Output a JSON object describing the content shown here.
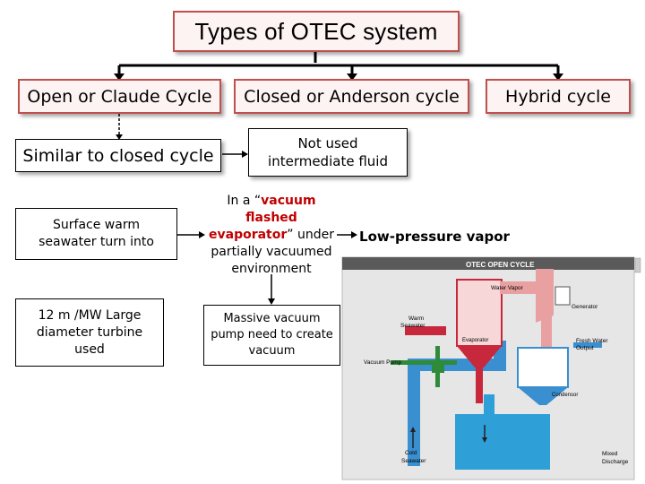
{
  "title": "Types of OTEC system",
  "types": {
    "open": "Open or Claude Cycle",
    "closed": "Closed or Anderson cycle",
    "hybrid": "Hybrid cycle"
  },
  "open_col": {
    "similar": "Similar to closed cycle",
    "surface_line1": "Surface warm",
    "surface_line2": "seawater turn into",
    "turbine_line1": "12 m /MW Large",
    "turbine_line2": "diameter turbine",
    "turbine_line3": "used"
  },
  "middle_col": {
    "notused_line1": "Not used",
    "notused_line2": "intermediate fluid",
    "vac_prefix": "In a “",
    "vac_hl1": "vacuum flashed",
    "vac_hl2": "evaporator",
    "vac_mid": "” under",
    "vac_line3": "partially vacuumed",
    "vac_line4": "environment",
    "pump_line1": "Massive vacuum",
    "pump_line2": "pump need to create",
    "pump_line3": "vacuum"
  },
  "low_pressure": "Low-pressure vapor",
  "diagram": {
    "header": "OTEC OPEN CYCLE",
    "water_vapor": "Water Vapor",
    "generator": "Generator",
    "warm": "Warm",
    "seawater": "Seawater",
    "evaporator": "Evaporator",
    "vacuum_pump": "Vacuum Pump",
    "fresh_water": "Fresh Water",
    "output": "Output",
    "condensor": "Condensor",
    "cold": "Cold",
    "cold_seawater": "Seawater",
    "mixed": "Mixed",
    "discharge": "Discharge"
  },
  "colors": {
    "box_border": "#c0504d",
    "highlight": "#c00000",
    "pipe_blue": "#3a8fd0",
    "pipe_green": "#2e8b3a",
    "pipe_red": "#c8283c",
    "vessel_pink": "#e8a0a0"
  }
}
